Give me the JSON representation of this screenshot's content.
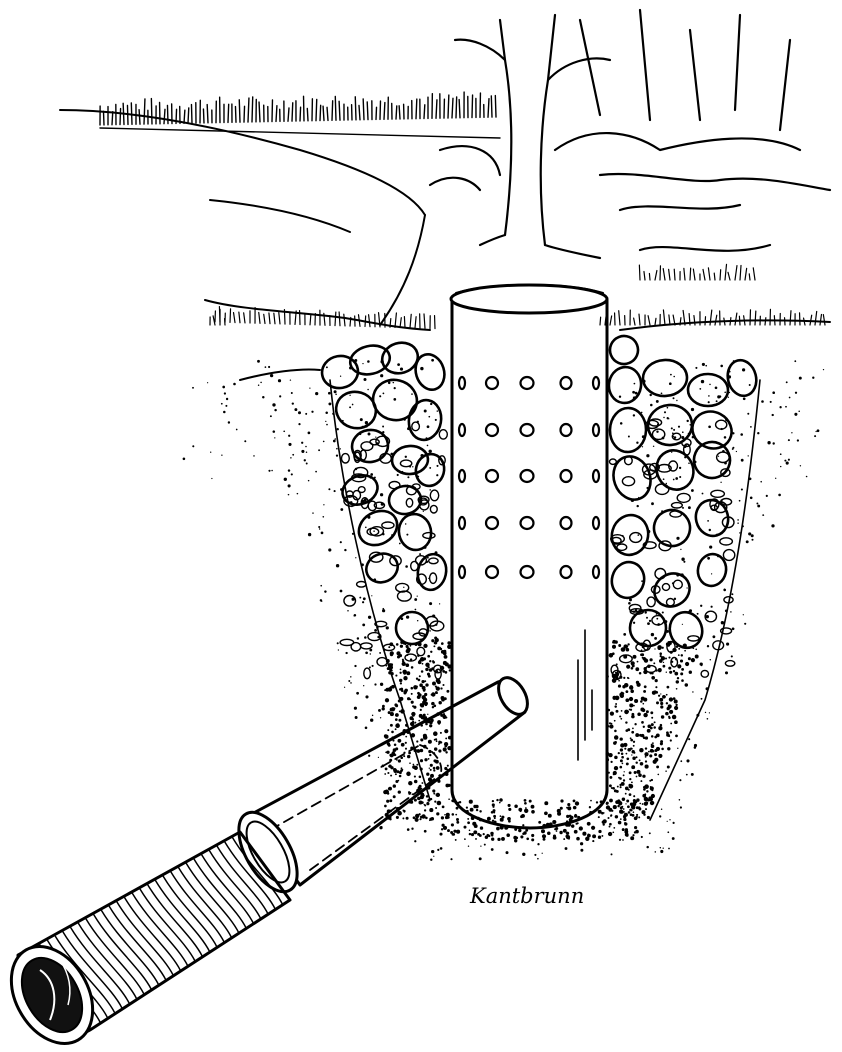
{
  "caption": "Kantbrunn",
  "icons": [
    "well-pipe",
    "drain-pipe",
    "corrugated-pipe",
    "tree",
    "stones"
  ],
  "colors": {
    "ink": "#000000",
    "paper": "#ffffff"
  }
}
